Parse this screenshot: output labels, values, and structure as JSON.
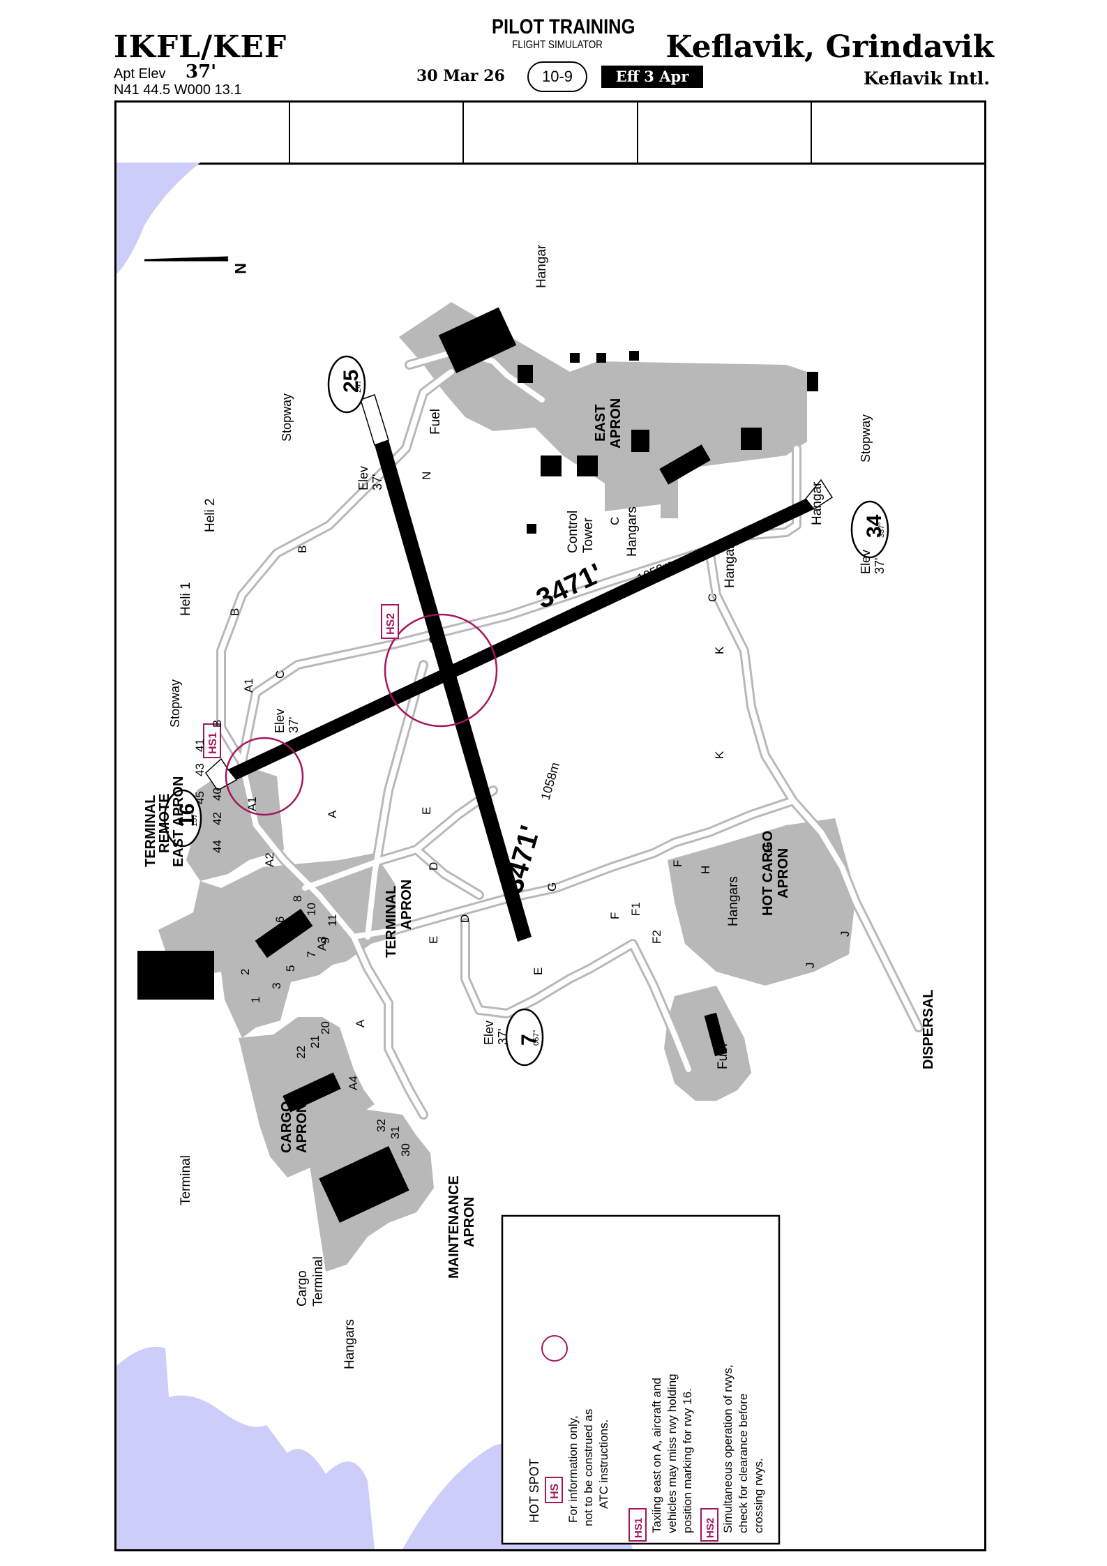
{
  "header": {
    "ident": "IKFL/KEF",
    "apt_elev_label": "Apt Elev",
    "apt_elev_value": "37'",
    "coords": "N41 44.5  W000 13.1",
    "brand_line1": "PILOT TRAINING",
    "brand_line2": "FLIGHT SIMULATOR",
    "date": "30 Mar 26",
    "chart_number": "10-9",
    "effective": "Eff 3 Apr",
    "city": "Keflavik, Grindavik",
    "airport_name": "Keflavik Intl."
  },
  "frequencies": [
    "",
    "",
    "",
    "",
    ""
  ],
  "colors": {
    "apron": "#b8b8b8",
    "water": "#cccdf9",
    "taxiway": "#b8b8b8",
    "runway": "#000000",
    "hotspot": "#a3165d"
  },
  "map": {
    "north": "N",
    "runway_length_main": "3471'",
    "runway_length_metric": "1058m",
    "runway_length_cross": "3471'",
    "runway_length_cross_metric": "1058m",
    "rwy_end_25": "25",
    "rwy_end_25_hdg": "247°",
    "rwy_end_34": "34",
    "rwy_end_34_hdg": "337°",
    "rwy_end_16": "16",
    "rwy_end_16_hdg": "157°",
    "rwy_end_7": "7",
    "rwy_end_7_hdg": "067°",
    "elev_label": "Elev",
    "elev_value": "37'",
    "stopway": "Stopway",
    "hangar": "Hangar",
    "hangars": "Hangars",
    "fuel": "Fuel",
    "control_tower_1": "Control",
    "control_tower_2": "Tower",
    "east_apron_1": "EAST",
    "east_apron_2": "APRON",
    "heli1": "Heli 1",
    "heli2": "Heli 2",
    "terminal": "Terminal",
    "terminal_apron_1": "TERMINAL",
    "terminal_apron_2": "APRON",
    "remote_1": "TERMINAL",
    "remote_2": "REMOTE",
    "remote_3": "EAST APRON",
    "cargo_apron_1": "CARGO",
    "cargo_apron_2": "APRON",
    "cargo_terminal_1": "Cargo",
    "cargo_terminal_2": "Terminal",
    "maint_apron_1": "MAINTENANCE",
    "maint_apron_2": "APRON",
    "hot_cargo_1": "HOT CARGO",
    "hot_cargo_2": "APRON",
    "dispersal": "DISPERSAL",
    "hs1": "HS1",
    "hs2": "HS2",
    "twy_labels": [
      "N",
      "B",
      "B",
      "B",
      "C",
      "C",
      "C",
      "C",
      "E",
      "E",
      "E",
      "D",
      "D",
      "A",
      "A",
      "A1",
      "A1",
      "A2",
      "A3",
      "A4",
      "K",
      "K",
      "P",
      "G",
      "F",
      "F",
      "F1",
      "F2",
      "H",
      "H",
      "J",
      "J"
    ],
    "stands": [
      "45",
      "43",
      "41",
      "44",
      "42",
      "40",
      "8",
      "10",
      "6",
      "4",
      "2",
      "1",
      "3",
      "5",
      "7",
      "9",
      "11",
      "22",
      "21",
      "20",
      "32",
      "31",
      "30"
    ]
  },
  "legend": {
    "title": "HOT SPOT",
    "symbol": "HS",
    "note_1": "For information only,",
    "note_2": "not to be construed as",
    "note_3": "ATC instructions.",
    "hs1_tag": "HS1",
    "hs1_1": "Taxiing east on A, aircraft and",
    "hs1_2": "vehicles may miss rwy holding",
    "hs1_3": "position marking for rwy 16.",
    "hs2_tag": "HS2",
    "hs2_1": "Simultaneous operation of rwys,",
    "hs2_2": "check for clearance before",
    "hs2_3": "crossing rwys."
  }
}
